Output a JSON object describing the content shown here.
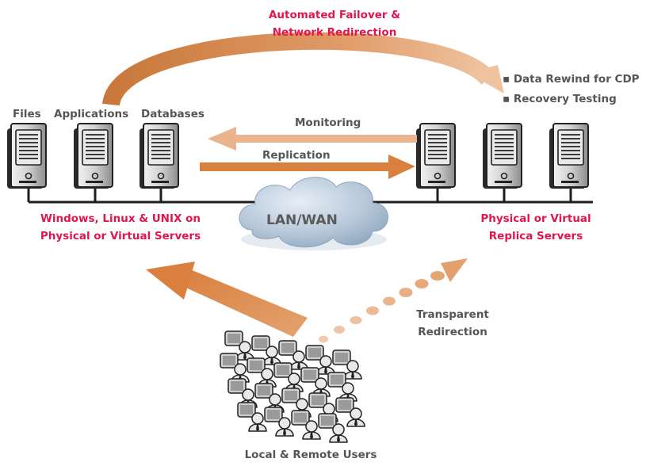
{
  "title": "Automated Failover & Network Redirection",
  "title_lines": [
    "Automated Failover &",
    "Network Redirection"
  ],
  "source_labels": [
    "Files",
    "Applications",
    "Databases"
  ],
  "replica_features": [
    "▪ Data Rewind for CDP",
    "▪ Recovery Testing"
  ],
  "monitoring_label": "Monitoring",
  "replication_label": "Replication",
  "network_label": "LAN/WAN",
  "source_group_lines": [
    "Windows, Linux & UNIX on",
    "Physical or Virtual Servers"
  ],
  "replica_group_lines": [
    "Physical or Virtual",
    "Replica Servers"
  ],
  "redirection_lines": [
    "Transparent",
    "Redirection"
  ],
  "users_label": "Local & Remote Users",
  "colors": {
    "accent_magenta": "#e0164f",
    "arrow_orange": "#d9803f",
    "arrow_light": "#eab58e",
    "text_gray": "#555555",
    "cloud": "#b7c8d9"
  }
}
